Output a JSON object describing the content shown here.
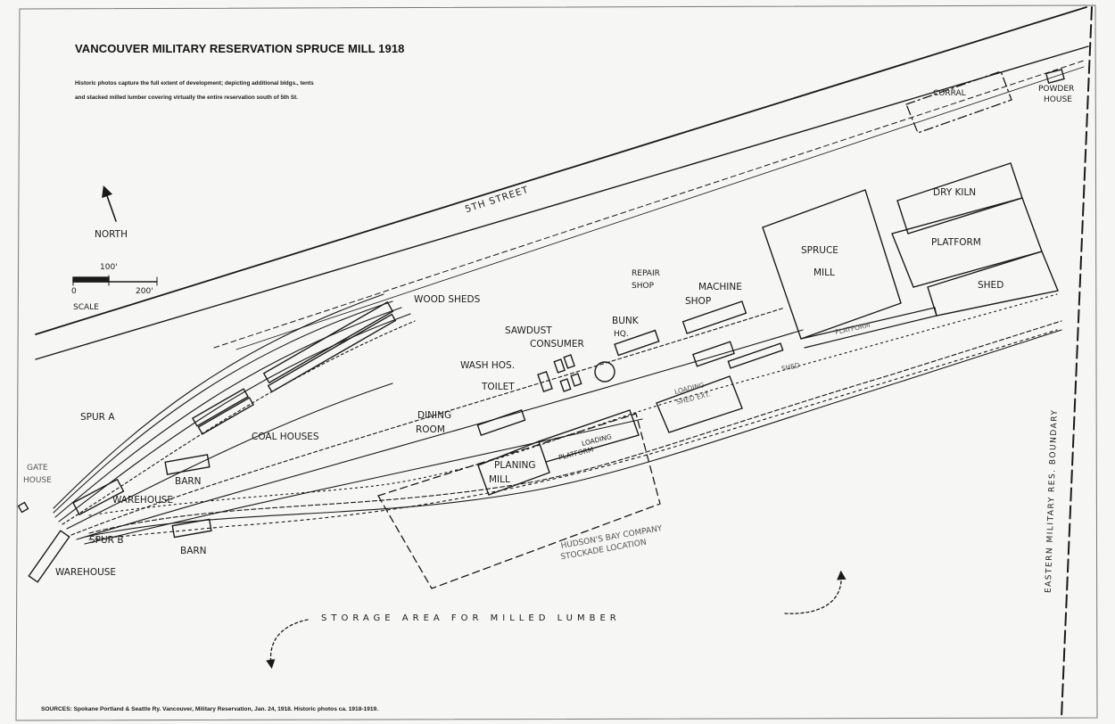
{
  "title": "VANCOUVER MILITARY RESERVATION SPRUCE MILL 1918",
  "subtitle_line1": "Historic photos capture the full extent of development; depicting additional bldgs., tents",
  "subtitle_line2": "and stacked milled lumber covering virtually the entire reservation south of 5th St.",
  "sources": "SOURCES: Spokane Portland & Seattle Ry. Vancouver, Military Reservation, Jan. 24, 1918. Historic photos ca. 1918-1919.",
  "north_label": "NORTH",
  "scale": {
    "label": "SCALE",
    "tick_0": "0",
    "tick_mid": "100'",
    "tick_max": "200'"
  },
  "labels": {
    "street": "5TH STREET",
    "corral": "CORRAL",
    "powder_house_1": "POWDER",
    "powder_house_2": "HOUSE",
    "dry_kiln": "DRY KILN",
    "platform_upper": "PLATFORM",
    "shed_upper": "SHED",
    "spruce_mill_1": "SPRUCE",
    "spruce_mill_2": "MILL",
    "platform_small": "PLATFORM",
    "shed_small": "SHED",
    "repair_shop_1": "REPAIR",
    "repair_shop_2": "SHOP",
    "machine_shop_1": "MACHINE",
    "machine_shop_2": "SHOP",
    "bunk_hq_1": "BUNK",
    "bunk_hq_2": "HQ.",
    "sawdust_1": "SAWDUST",
    "sawdust_2": "CONSUMER",
    "wash_hos": "WASH HOS.",
    "toilet": "TOILET",
    "loading_shed_1": "LOADING",
    "loading_shed_2": "SHED EXT.",
    "wood_sheds": "WOOD SHEDS",
    "coal_houses": "COAL HOUSES",
    "spur_a": "SPUR  A",
    "spur_b": "SPUR  B",
    "dining_1": "DINING",
    "dining_2": "ROOM",
    "loading_platform_1": "LOADING",
    "loading_platform_2": "PLATFORM",
    "planing_1": "PLANING",
    "planing_2": "MILL",
    "hudsons_1": "HUDSON'S BAY COMPANY",
    "hudsons_2": "STOCKADE LOCATION",
    "barn_1": "BARN",
    "barn_2": "BARN",
    "warehouse_1": "WAREHOUSE",
    "warehouse_2": "WAREHOUSE",
    "gate_house_1": "GATE",
    "gate_house_2": "HOUSE",
    "storage_area": "STORAGE  AREA  FOR  MILLED  LUMBER",
    "eastern_boundary": "EASTERN  MILITARY  RES.  BOUNDARY"
  },
  "colors": {
    "ink": "#1a1a1a",
    "paper": "#f6f6f4"
  }
}
